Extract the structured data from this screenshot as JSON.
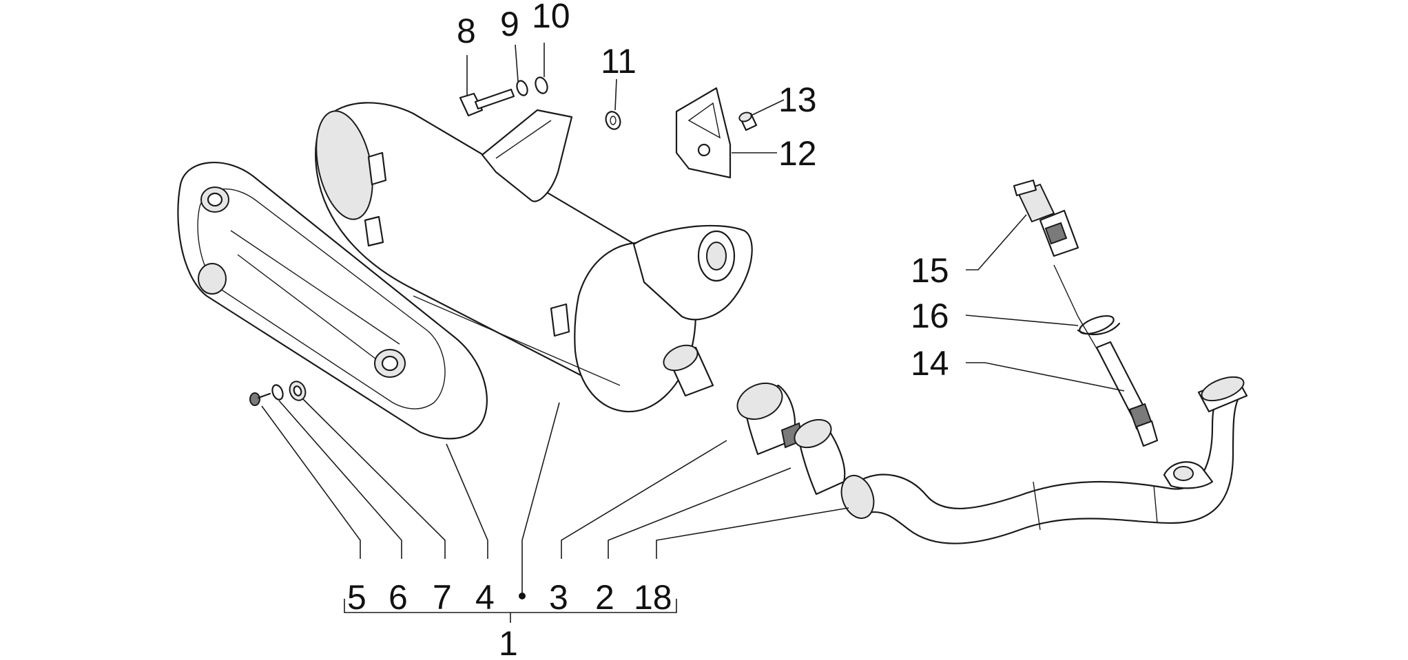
{
  "callouts": {
    "c1": "1",
    "c2": "2",
    "c3": "3",
    "c4": "4",
    "c5": "5",
    "c6": "6",
    "c7": "7",
    "c8": "8",
    "c9": "9",
    "c10": "10",
    "c11": "11",
    "c12": "12",
    "c13": "13",
    "c14": "14",
    "c15": "15",
    "c16": "16",
    "c18": "18"
  },
  "colors": {
    "line": "#1a1a1a",
    "shade": "#e6e6e6",
    "background": "#ffffff"
  }
}
